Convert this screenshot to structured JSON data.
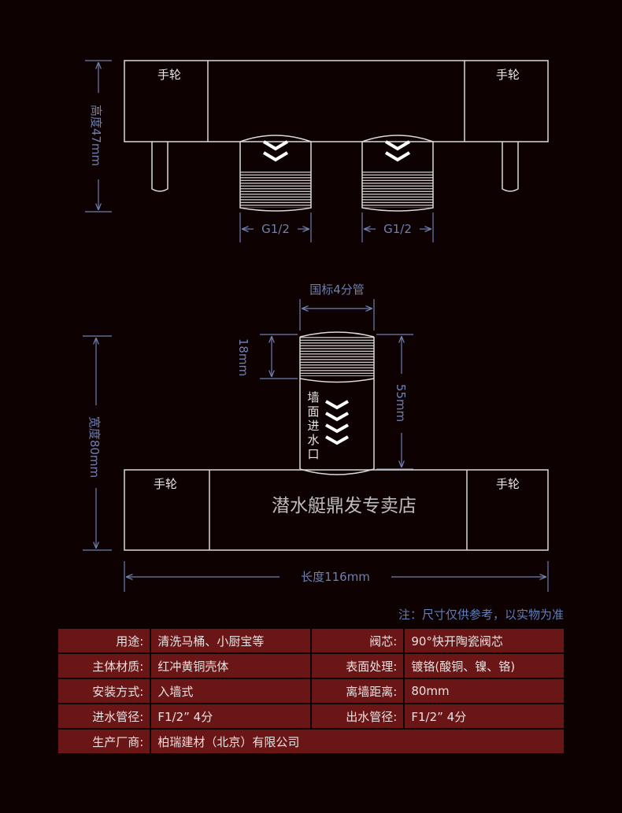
{
  "top_view": {
    "handwheel_left": "手轮",
    "handwheel_right": "手轮",
    "height_label": "高度47mm",
    "thread_left": "G1/2",
    "thread_right": "G1/2"
  },
  "side_view": {
    "pipe_label": "国标4分管",
    "thread_len_label": "18mm",
    "pipe_len_label": "55mm",
    "width_label": "宽度80mm",
    "inlet_text": "墙面进水口",
    "handwheel_left": "手轮",
    "handwheel_right": "手轮",
    "shop_name": "潜水艇鼎发专卖店",
    "length_label": "长度116mm"
  },
  "note": "注：尺寸仅供参考，以实物为准",
  "specs": {
    "usage_key": "用途:",
    "usage_val": "清洗马桶、小厨宝等",
    "core_key": "阀芯:",
    "core_val": "90°快开陶瓷阀芯",
    "material_key": "主体材质:",
    "material_val": "红冲黄铜壳体",
    "surface_key": "表面处理:",
    "surface_val": "镀铬(酸铜、镍、铬)",
    "install_key": "安装方式:",
    "install_val": "入墙式",
    "distance_key": "离墙距离:",
    "distance_val": "80mm",
    "inlet_key": "进水管径:",
    "inlet_val": "F1/2” 4分",
    "outlet_key": "出水管径:",
    "outlet_val": "F1/2” 4分",
    "maker_key": "生产厂商:",
    "maker_val": "柏瑞建材（北京）有限公司"
  },
  "colors": {
    "background": "#0d0101",
    "line": "#d9d9d9",
    "dimension": "#6f7fb0",
    "table_cell": "#6b1616"
  }
}
